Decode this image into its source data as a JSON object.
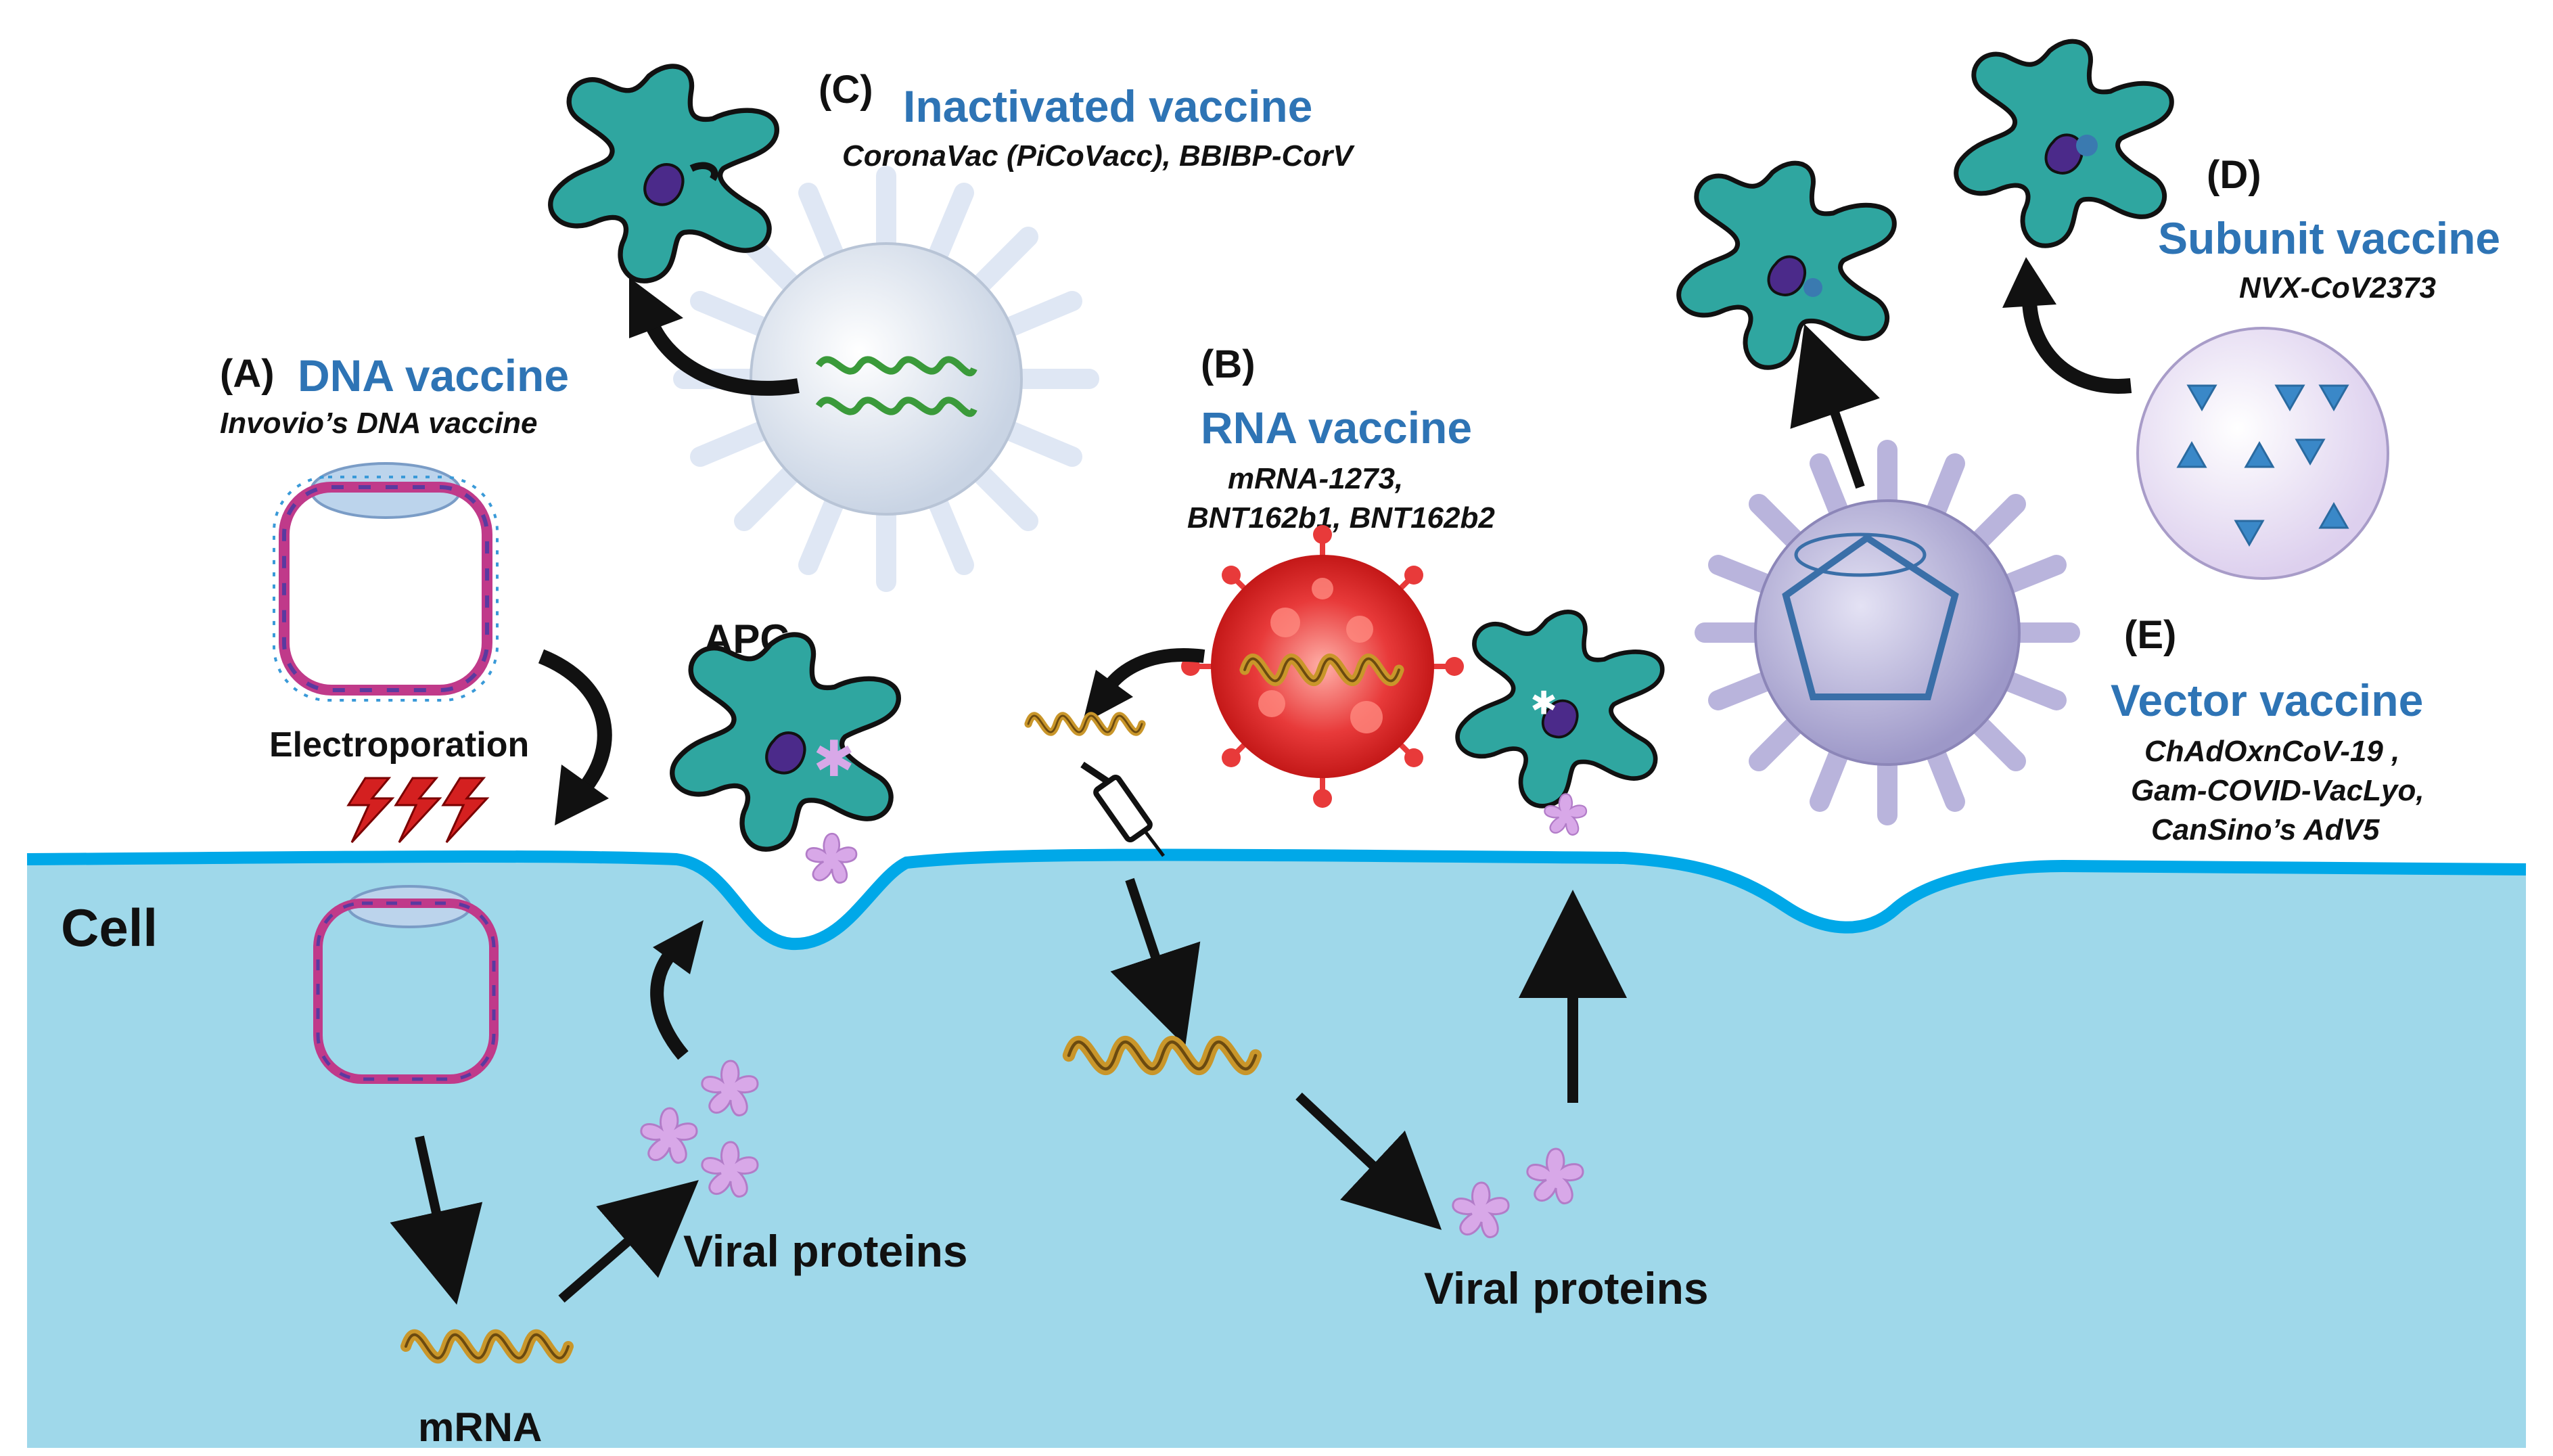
{
  "colors": {
    "cell_fill": "#9fd8ea",
    "membrane": "#00a8e8",
    "apc_fill": "#2fa6a0",
    "apc_stroke": "#111111",
    "nucleus": "#4b2a8a",
    "title_blue": "#2e74b5",
    "viral_protein": "#d8a8e8",
    "rna_virus": "#e83a3a",
    "vector_particle": "#b9b4dc",
    "subunit_particle": "#e6dcf2",
    "inactivated_particle": "#e8eef8",
    "mrna_gold": "#c9962a"
  },
  "labels": {
    "cell": "Cell",
    "apc": "APC",
    "electroporation": "Electroporation",
    "viral_proteins_left": "Viral proteins",
    "viral_proteins_right": "Viral proteins",
    "mrna": "mRNA"
  },
  "vaccines": {
    "dna": {
      "letter": "(A)",
      "title": "DNA vaccine",
      "examples": [
        "Invovio’s DNA vaccine"
      ]
    },
    "rna": {
      "letter": "(B)",
      "title": "RNA vaccine",
      "examples": [
        "mRNA-1273,",
        "BNT162b1, BNT162b2"
      ]
    },
    "inactivated": {
      "letter": "(C)",
      "title": "Inactivated vaccine",
      "examples": [
        "CoronaVac (PiCoVacc), BBIBP-CorV"
      ]
    },
    "subunit": {
      "letter": "(D)",
      "title": "Subunit vaccine",
      "examples": [
        "NVX-CoV2373"
      ]
    },
    "vector": {
      "letter": "(E)",
      "title": "Vector vaccine",
      "examples": [
        "ChAdOxnCoV-19 ,",
        "Gam-COVID-VacLyo,",
        "CanSino’s AdV5"
      ]
    }
  },
  "icons": [
    "apc-cell-icon",
    "dna-plasmid-icon",
    "lightning-bolt-icon",
    "syringe-icon",
    "mrna-strand-icon",
    "viral-protein-icon",
    "virus-particle-icon",
    "arrow-icon"
  ]
}
